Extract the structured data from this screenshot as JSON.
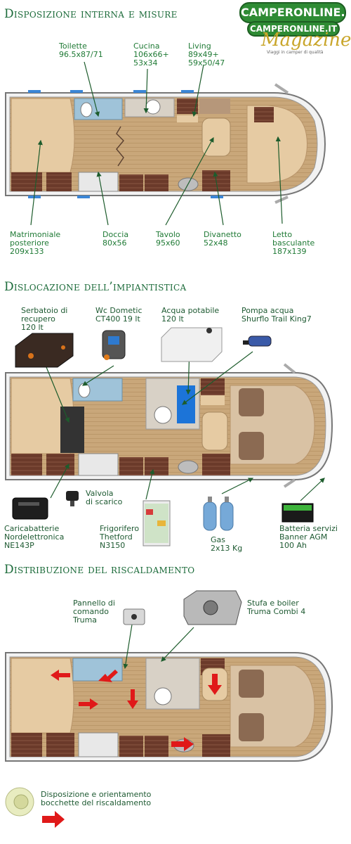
{
  "header": {
    "logo_main": "CAMPERONLINE.IT",
    "logo_small": "CAMPERONLINE.IT",
    "magazine": "Magazine",
    "tagline": "Viaggi in camper di qualità"
  },
  "sections": {
    "layout": {
      "title": "Disposizione interna e misure",
      "labels": {
        "toilette": "Toilette\n96.5x87/71",
        "cucina": "Cucina\n106x66+\n53x34",
        "living": "Living\n89x49+\n59x50/47",
        "matrimoniale": "Matrimoniale\nposteriore\n209x133",
        "doccia": "Doccia\n80x56",
        "tavolo": "Tavolo\n95x60",
        "divanetto": "Divanetto\n52x48",
        "letto": "Letto\nbasculante\n187x139"
      }
    },
    "systems": {
      "title": "Dislocazione dell’impiantistica",
      "labels": {
        "serbatoio": "Serbatoio di\nrecupero\n120 lt",
        "wc": "Wc Dometic\nCT400 19 lt",
        "acqua": "Acqua potabile\n120 lt",
        "pompa": "Pompa acqua\nShurflo Trail King7",
        "valvola": "Valvola\ndi scarico",
        "caricabatterie": "Caricabatterie\nNordelettronica\nNE143P",
        "frigorifero": "Frigorifero\nThetford\nN3150",
        "gas": "Gas\n2x13 Kg",
        "batteria": "Batteria servizi\nBanner AGM\n100 Ah"
      }
    },
    "heating": {
      "title": "Distribuzione del riscaldamento",
      "labels": {
        "pannello": "Pannello di\ncomando\nTruma",
        "stufa": "Stufa e boiler\nTruma Combi 4",
        "legend": "Disposizione e orientamento\nbocchette del riscaldamento"
      }
    }
  },
  "colors": {
    "green_text": "#1f7a35",
    "title_green": "#1c6b3a",
    "floor": "#c9a77a",
    "bed": "#e6cba3",
    "seat": "#6b3a2a",
    "wet": "#9fc3d9",
    "arrow_red": "#e01919",
    "tank_blue": "#1c74d8"
  }
}
